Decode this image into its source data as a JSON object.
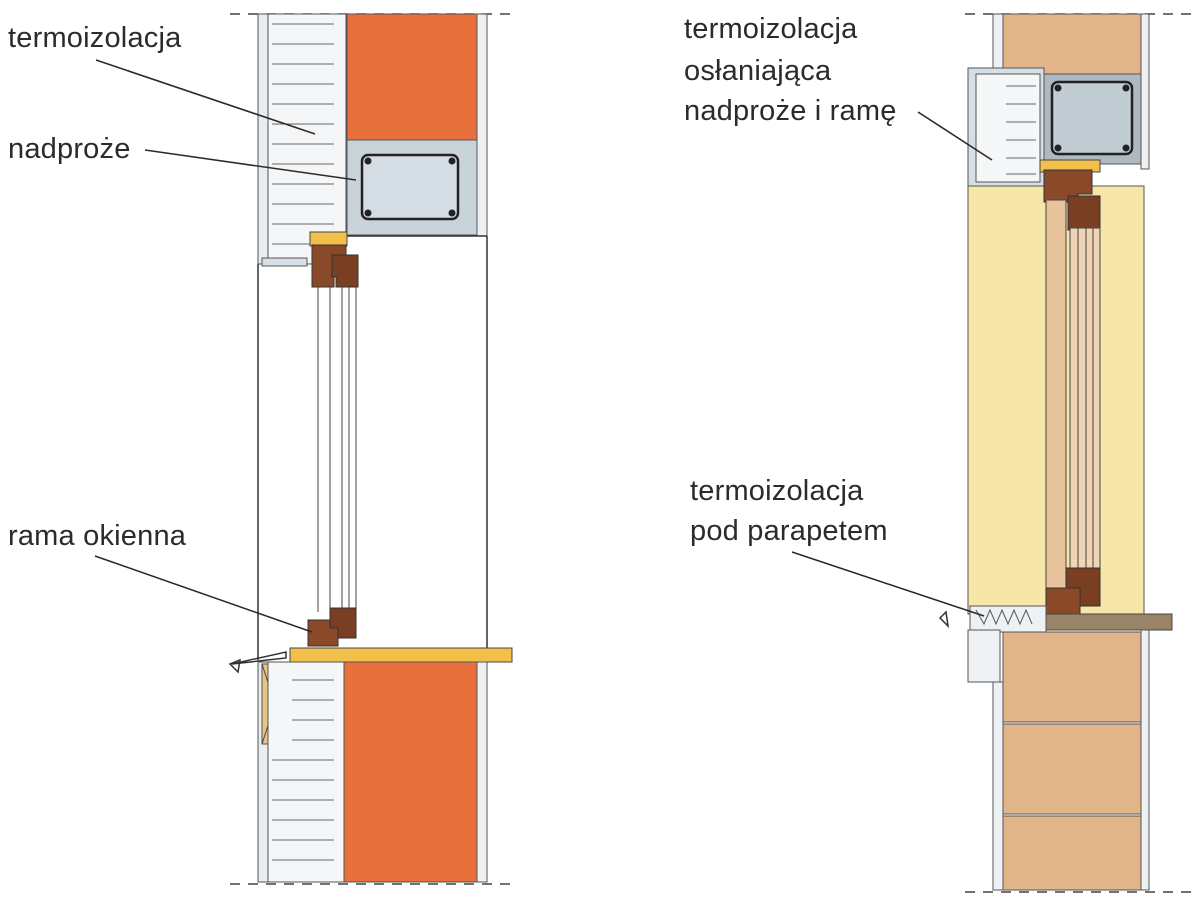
{
  "left_section": {
    "labels": {
      "insulation": "termoizolacja",
      "lintel": "nadproże",
      "window_frame": "rama okienna"
    }
  },
  "right_section": {
    "labels": {
      "insulation_cover_line1": "termoizolacja",
      "insulation_cover_line2": "osłaniająca",
      "insulation_cover_line3": "nadproże i ramę",
      "insulation_sill_line1": "termoizolacja",
      "insulation_sill_line2": "pod parapetem"
    }
  },
  "colors": {
    "brick_red": "#e8703c",
    "concrete": "#c9d3da",
    "timber": "#8a4a2a",
    "sill_yellow": "#f2c04a",
    "plaster_cream": "#f6e6a8",
    "brick_tan": "#e2b48a"
  }
}
